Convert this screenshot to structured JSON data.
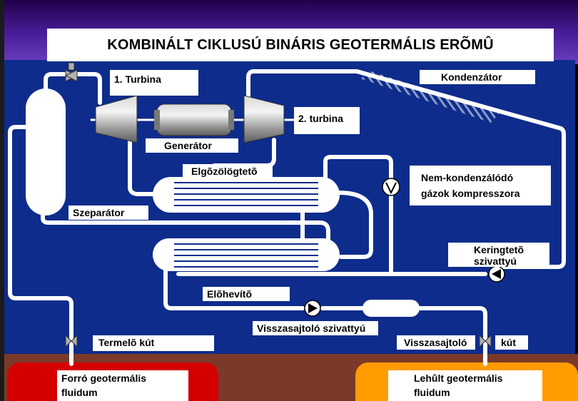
{
  "title": "KOMBINÁLT CIKLUSÚ BINÁRIS GEOTERMÁLIS ERÕMÛ",
  "labels": {
    "turbina1": "1. Turbina",
    "kondenzator": "Kondenzátor",
    "turbina2": "2. turbina",
    "generator": "Generátor",
    "elgozologteto": "Elgõzölögtetõ",
    "nemkond_line1": "Nem-kondenzálódó",
    "nemkond_line2": "gázok kompresszora",
    "szeparator": "Szeparátor",
    "keringteto_line1": "Keringtetõ",
    "keringteto_line2": "szivattyú",
    "elohevito": "Elõhevítõ",
    "visszasajtolo_szivattyu": "Visszasajtoló szivattyú",
    "termelo_kut": "Termelõ kút",
    "visszasajtolo": "Visszasajtoló",
    "kut": "kút",
    "forro_line1": "Forró geotermális",
    "forro_line2": "fluidum",
    "lehult_line1": "Lehûlt geotermális",
    "lehult_line2": "fluidum"
  },
  "colors": {
    "background_panel": "#0d2c8c",
    "pipe": "#ffffff",
    "hot_fluid": "#d40000",
    "cold_fluid": "#ff9c00",
    "ground": "#7b3a29"
  }
}
